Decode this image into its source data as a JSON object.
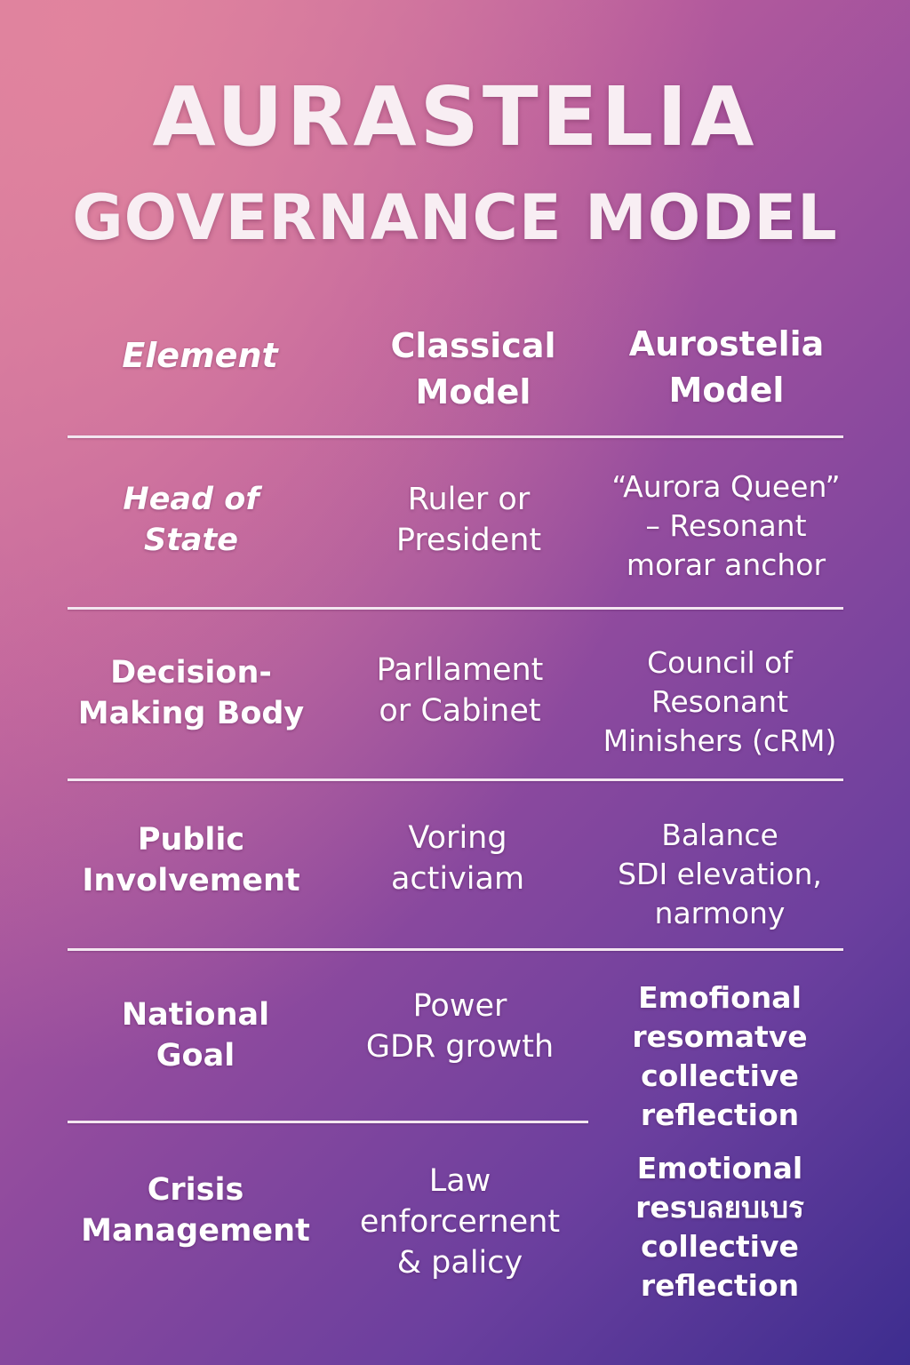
{
  "title": {
    "line1": "AURASTELIA",
    "line2": "GOVERNANCE MODEL"
  },
  "table": {
    "headers": [
      "Element",
      "Classical\nModel",
      "Aurostelia\nModel"
    ],
    "rows": [
      {
        "element": "Head of State",
        "classical": "Ruler or\nPresident",
        "aurostelia": "“Aurora Queen”\n– Resonant\nmorar anchor"
      },
      {
        "element": "Decision-\nMaking Body",
        "classical": "Parllament\nor Cabinet",
        "aurostelia": "Council of\nResonant\nMinishers (cRM)"
      },
      {
        "element": "Public\nInvolvement",
        "classical": "Voring\nactiviam",
        "aurostelia": "Balance\nSDI elevation,\nnarmony"
      },
      {
        "element": "National\nGoal",
        "classical": "Power\nGDR growth",
        "aurostelia": "Emofional\nresomatve\ncollective\nreflection"
      },
      {
        "element": "Crisis\nManagement",
        "classical": "Law\nenforcernent\n& palicy",
        "aurostelia": "Emotional\nresบลยบเบร\ncollective\nreflection"
      }
    ]
  }
}
